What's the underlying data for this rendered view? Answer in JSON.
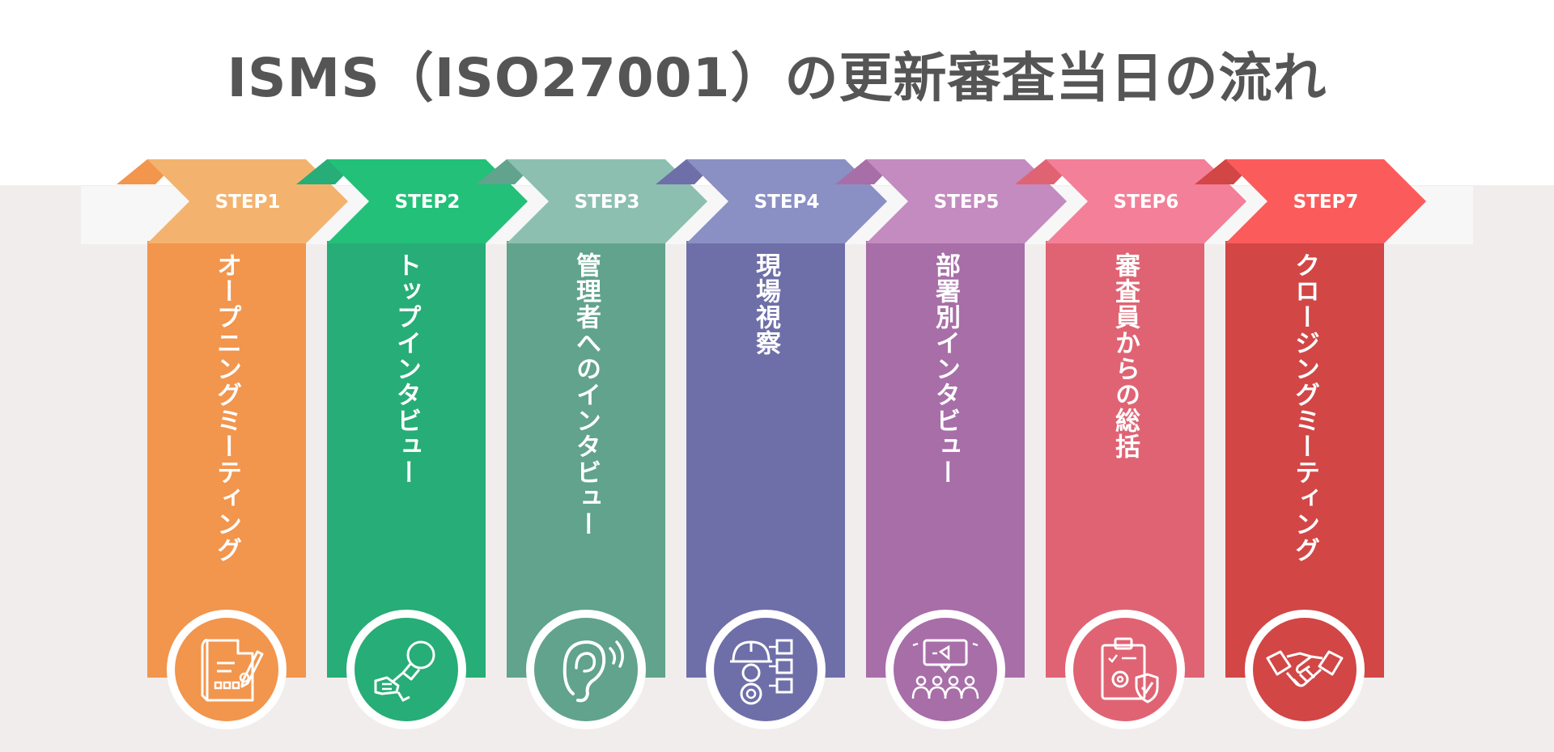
{
  "title": "ISMS（ISO27001）の更新審査当日の流れ",
  "steps": [
    {
      "step": "STEP1",
      "label": "オープニングミーティング",
      "color": "#f2954d",
      "light": "#f3b36e",
      "icon": "plan-document-icon"
    },
    {
      "step": "STEP2",
      "label": "トップインタビュー",
      "color": "#27ad77",
      "light": "#22c078",
      "icon": "microphone-interview-icon"
    },
    {
      "step": "STEP3",
      "label": "管理者へのインタビュー",
      "color": "#61a38c",
      "light": "#8dbfb0",
      "icon": "ear-listening-icon"
    },
    {
      "step": "STEP4",
      "label": "現場視察",
      "color": "#6e6fa8",
      "light": "#8a8fc4",
      "icon": "worker-inspection-icon"
    },
    {
      "step": "STEP5",
      "label": "部署別インタビュー",
      "color": "#a76ea8",
      "light": "#c38bbf",
      "icon": "group-meeting-icon"
    },
    {
      "step": "STEP6",
      "label": "審査員からの総括",
      "color": "#e06373",
      "light": "#f47f98",
      "icon": "clipboard-audit-icon"
    },
    {
      "step": "STEP7",
      "label": "クロージングミーティング",
      "color": "#d24646",
      "light": "#fb5b5b",
      "icon": "handshake-icon"
    }
  ]
}
